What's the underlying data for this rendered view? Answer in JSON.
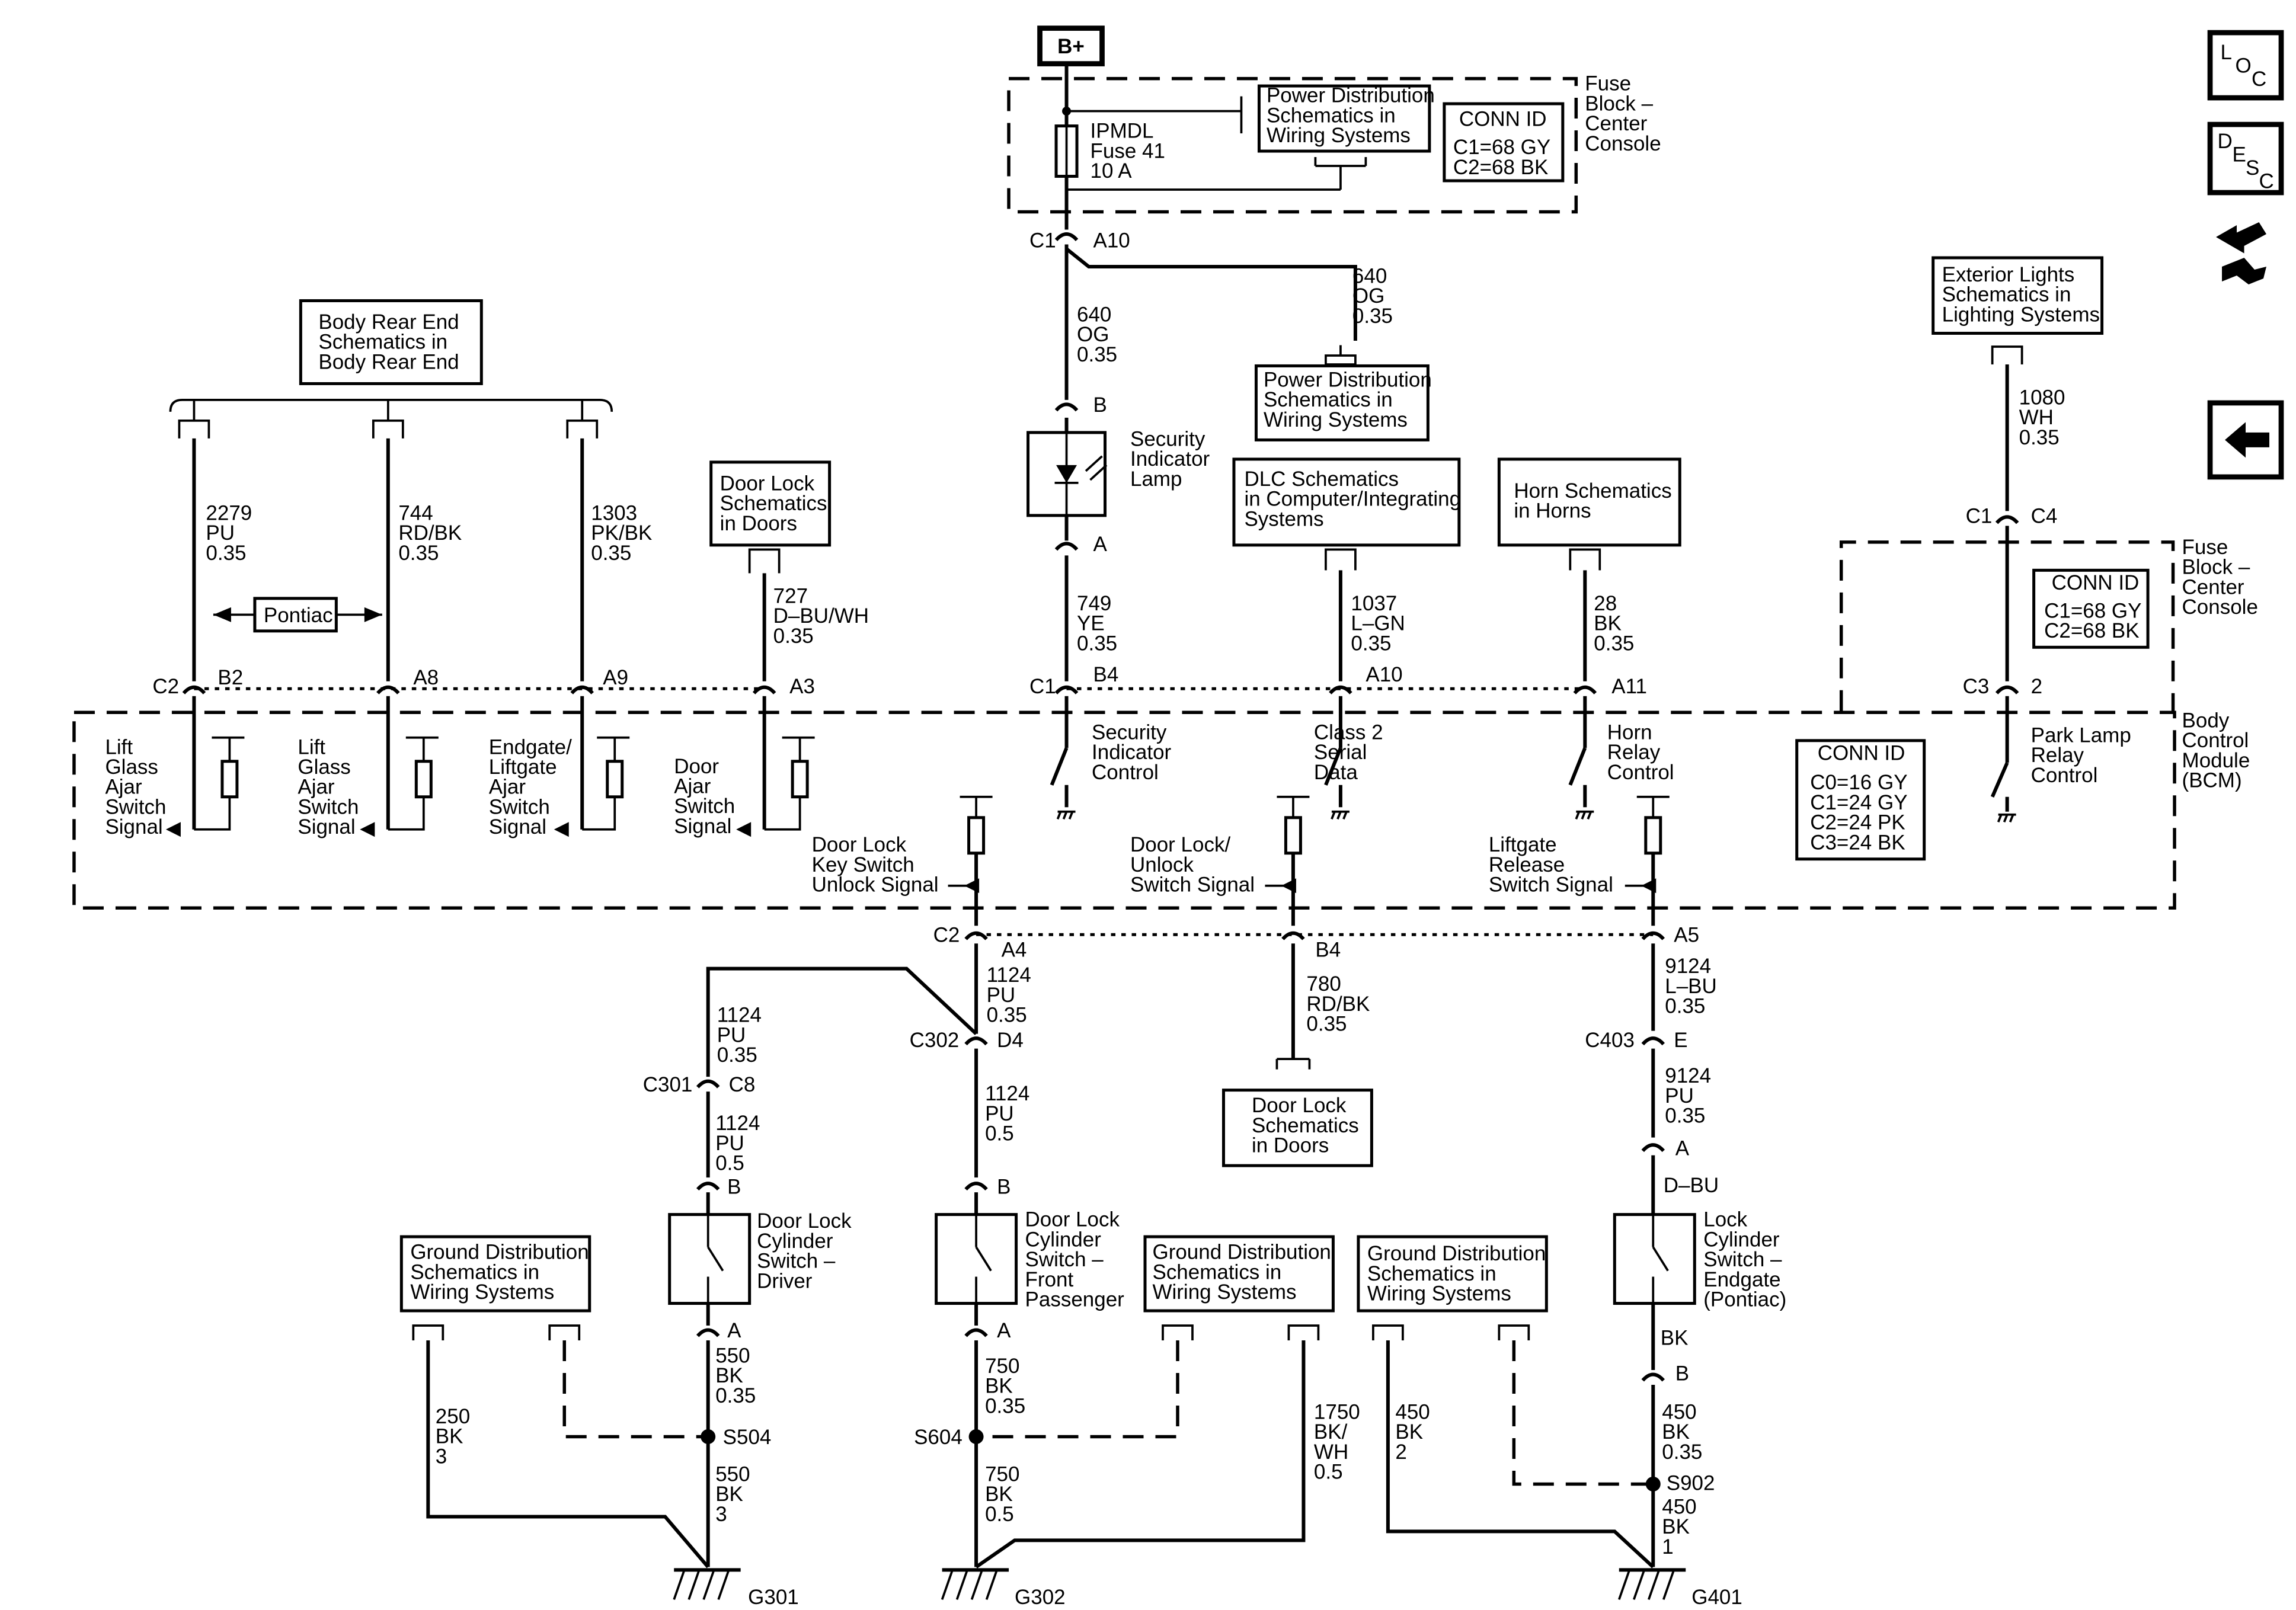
{
  "battery": "B+",
  "fuse_block": {
    "title": [
      "Fuse",
      "Block –",
      "Center",
      "Console"
    ],
    "conn_id_title": "CONN ID",
    "conn_ids": [
      "C1=68 GY",
      "C2=68 BK"
    ],
    "fuse": [
      "IPMDL",
      "Fuse 41",
      "10 A"
    ],
    "pd_ref": [
      "Power Distribution",
      "Schematics in",
      "Wiring Systems"
    ]
  },
  "fuse_block_2": {
    "title": [
      "Fuse",
      "Block –",
      "Center",
      "Console"
    ],
    "conn_id_title": "CONN ID",
    "conn_ids": [
      "C1=68 GY",
      "C2=68 BK"
    ]
  },
  "bcm": {
    "title": [
      "Body",
      "Control",
      "Module",
      "(BCM)"
    ],
    "conn_id_title": "CONN ID",
    "conn_ids": [
      "C0=16 GY",
      "C1=24 GY",
      "C2=24 PK",
      "C3=24 BK"
    ]
  },
  "nav": {
    "loc": [
      "L",
      "O",
      "C"
    ],
    "desc": [
      "D",
      "E",
      "S",
      "C"
    ]
  },
  "refs": {
    "body_rear": [
      "Body Rear End",
      "Schematics in",
      "Body Rear End"
    ],
    "door_lock_top": [
      "Door Lock",
      "Schematics",
      "in Doors"
    ],
    "pd_mid": [
      "Power Distribution",
      "Schematics in",
      "Wiring  Systems"
    ],
    "dlc": [
      "DLC Schematics",
      "in Computer/Integrating",
      "Systems"
    ],
    "horn": [
      "Horn Schematics",
      "in Horns"
    ],
    "ext_lights": [
      "Exterior Lights",
      "Schematics in",
      "Lighting Systems"
    ],
    "door_lock_bottom": [
      "Door Lock",
      "Schematics",
      "in Doors"
    ],
    "gnd1": [
      "Ground Distribution",
      "Schematics in",
      "Wiring Systems"
    ],
    "gnd2": [
      "Ground Distribution",
      "Schematics in",
      "Wiring Systems"
    ],
    "gnd3": [
      "Ground Distribution",
      "Schematics in",
      "Wiring Systems"
    ]
  },
  "pontiac": "Pontiac",
  "connectors": {
    "c1": "C1",
    "a10": "A10",
    "b": "B",
    "a": "A",
    "c1b": "C1",
    "b4": "B4",
    "a10b": "A10",
    "a11": "A11",
    "c2": "C2",
    "b2": "B2",
    "a8": "A8",
    "a9": "A9",
    "a3": "A3",
    "c1c": "C1",
    "c4": "C4",
    "c3": "C3",
    "p2": "2",
    "c2b": "C2",
    "a4": "A4",
    "b4b": "B4",
    "a5": "A5",
    "c302": "C302",
    "d4": "D4",
    "c301": "C301",
    "c8": "C8",
    "c403": "C403",
    "e": "E",
    "sw_a": "A",
    "s1b": "B",
    "s1a": "A",
    "s2b": "B",
    "s2a": "A",
    "s3b": "B",
    "s504": "S504",
    "s604": "S604",
    "s902": "S902",
    "g301": "G301",
    "g302": "G302",
    "g401": "G401"
  },
  "wires": {
    "w640a": [
      "640",
      "OG",
      "0.35"
    ],
    "w640b": [
      "640",
      "OG",
      "0.35"
    ],
    "w749": [
      "749",
      "YE",
      "0.35"
    ],
    "w1037": [
      "1037",
      "L–GN",
      "0.35"
    ],
    "w28": [
      "28",
      "BK",
      "0.35"
    ],
    "w1080": [
      "1080",
      "WH",
      "0.35"
    ],
    "w2279": [
      "2279",
      "PU",
      "0.35"
    ],
    "w744": [
      "744",
      "RD/BK",
      "0.35"
    ],
    "w1303": [
      "1303",
      "PK/BK",
      "0.35"
    ],
    "w727": [
      "727",
      "D–BU/WH",
      "0.35"
    ],
    "w1124a": [
      "1124",
      "PU",
      "0.35"
    ],
    "w1124b": [
      "1124",
      "PU",
      "0.35"
    ],
    "w1124c": [
      "1124",
      "PU",
      "0.5"
    ],
    "w1124d": [
      "1124",
      "PU",
      "0.5"
    ],
    "w780": [
      "780",
      "RD/BK",
      "0.35"
    ],
    "w9124a": [
      "9124",
      "L–BU",
      "0.35"
    ],
    "w9124b": [
      "9124",
      "PU",
      "0.35"
    ],
    "wdbu": "D–BU",
    "w550a": [
      "550",
      "BK",
      "0.35"
    ],
    "w550b": [
      "550",
      "BK",
      "3"
    ],
    "w250": [
      "250",
      "BK",
      "3"
    ],
    "w750a": [
      "750",
      "BK",
      "0.35"
    ],
    "w750b": [
      "750",
      "BK",
      "0.5"
    ],
    "w1750": [
      "1750",
      "BK/",
      "WH",
      "0.5"
    ],
    "w450a": [
      "450",
      "BK",
      "2"
    ],
    "w450b": [
      "450",
      "BK",
      "0.35"
    ],
    "w450c": [
      "450",
      "BK",
      "1"
    ],
    "wbk": "BK"
  },
  "signals": {
    "lift1": [
      "Lift",
      "Glass",
      "Ajar",
      "Switch",
      "Signal"
    ],
    "lift2": [
      "Lift",
      "Glass",
      "Ajar",
      "Switch",
      "Signal"
    ],
    "endgate": [
      "Endgate/",
      "Liftgate",
      "Ajar",
      "Switch",
      "Signal"
    ],
    "door": [
      "Door",
      "Ajar",
      "Switch",
      "Signal"
    ],
    "security": [
      "Security",
      "Indicator",
      "Control"
    ],
    "class2": [
      "Class 2",
      "Serial",
      "Data"
    ],
    "horn": [
      "Horn",
      "Relay",
      "Control"
    ],
    "park": [
      "Park Lamp",
      "Relay",
      "Control"
    ],
    "key_unlock": [
      "Door Lock",
      "Key Switch",
      "Unlock Signal"
    ],
    "lock_unlock": [
      "Door Lock/",
      "Unlock",
      "Switch Signal"
    ],
    "liftgate": [
      "Liftgate",
      "Release",
      "Switch Signal"
    ]
  },
  "components": {
    "lamp": [
      "Security",
      "Indicator",
      "Lamp"
    ],
    "sw_driver": [
      "Door Lock",
      "Cylinder",
      "Switch –",
      "Driver"
    ],
    "sw_pass": [
      "Door Lock",
      "Cylinder",
      "Switch –",
      "Front",
      "Passenger"
    ],
    "sw_endgate": [
      "Lock",
      "Cylinder",
      "Switch –",
      "Endgate",
      "(Pontiac)"
    ]
  }
}
